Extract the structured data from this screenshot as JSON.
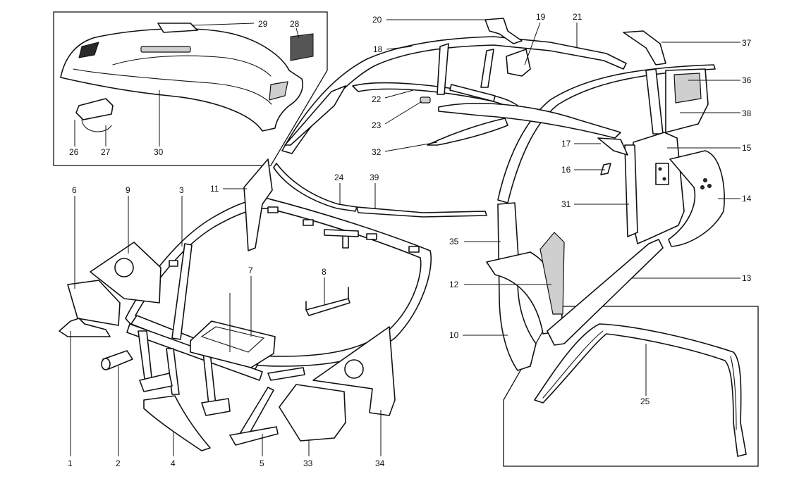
{
  "diagram": {
    "labels": [
      "1",
      "2",
      "3",
      "4",
      "5",
      "6",
      "7",
      "8",
      "9",
      "10",
      "11",
      "12",
      "13",
      "14",
      "15",
      "16",
      "17",
      "18",
      "19",
      "20",
      "21",
      "22",
      "23",
      "24",
      "25",
      "26",
      "27",
      "28",
      "29",
      "30",
      "31",
      "32",
      "33",
      "34",
      "35",
      "36",
      "37",
      "38",
      "39"
    ],
    "colors": {
      "line": "#111111",
      "paper": "#ffffff",
      "shade": "#cfcfcf"
    }
  }
}
